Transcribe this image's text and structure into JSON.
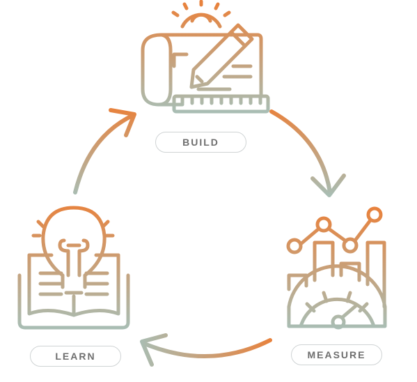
{
  "stages": {
    "build": {
      "label": "BUILD",
      "icon": "blueprint-pencil-gear-icon"
    },
    "measure": {
      "label": "MEASURE",
      "icon": "chart-gauge-icon"
    },
    "learn": {
      "label": "LEARN",
      "icon": "book-lightbulb-icon"
    }
  },
  "colors": {
    "gradient_top": "#e8823d",
    "gradient_bottom": "#a9bdb3",
    "pill_border": "#cfd3d4",
    "pill_text": "#6e6e6e"
  }
}
